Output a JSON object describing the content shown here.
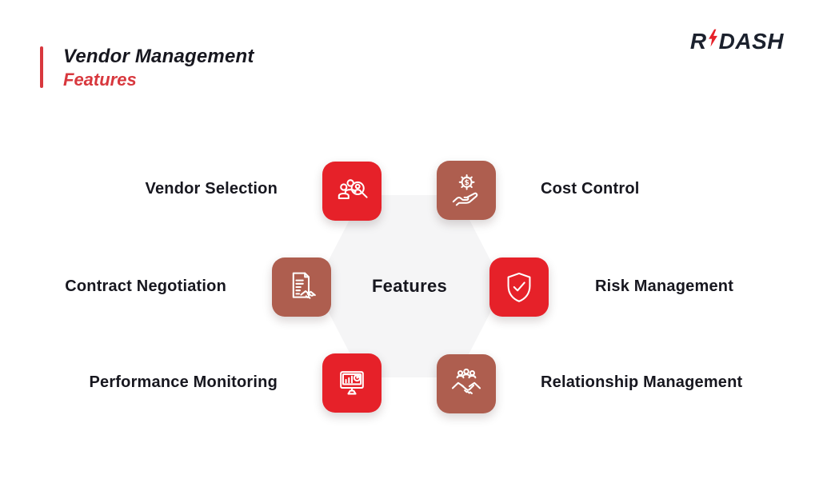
{
  "header": {
    "title_line1": "Vendor Management",
    "title_line2": "Features",
    "accent_color": "#D8383E"
  },
  "logo": {
    "part1": "R",
    "part2": "DASH",
    "bolt_icon": "lightning-bolt-icon",
    "bolt_color": "#E62129",
    "text_color": "#1B212D"
  },
  "diagram": {
    "center_label": "Features",
    "colors": {
      "tile_red": "#E62129",
      "tile_brown": "#AE5E4F",
      "hexagon_fill": "#F5F5F6",
      "label_text": "#17171F"
    },
    "features": [
      {
        "label": "Vendor Selection",
        "icon": "vendor-selection-icon",
        "tile_color": "red",
        "position": "top-left"
      },
      {
        "label": "Cost Control",
        "icon": "cost-control-icon",
        "tile_color": "brown",
        "position": "top-right"
      },
      {
        "label": "Contract Negotiation",
        "icon": "contract-negotiation-icon",
        "tile_color": "brown",
        "position": "middle-left"
      },
      {
        "label": "Risk Management",
        "icon": "risk-management-icon",
        "tile_color": "red",
        "position": "middle-right"
      },
      {
        "label": "Performance Monitoring",
        "icon": "performance-monitoring-icon",
        "tile_color": "red",
        "position": "bottom-left"
      },
      {
        "label": "Relationship Management",
        "icon": "relationship-management-icon",
        "tile_color": "brown",
        "position": "bottom-right"
      }
    ]
  }
}
